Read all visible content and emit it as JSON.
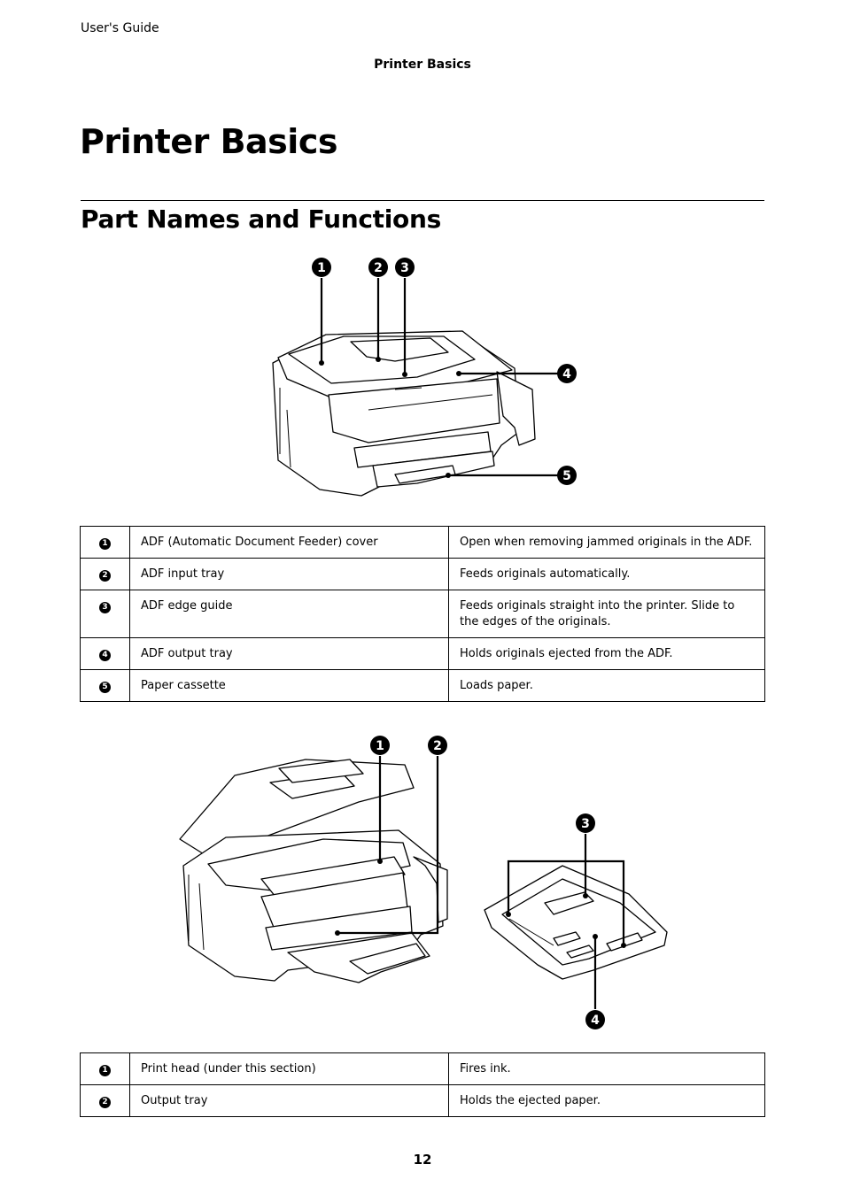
{
  "header": {
    "guide_title": "User's Guide",
    "section_title": "Printer Basics"
  },
  "chapter_title": "Printer Basics",
  "section_heading": "Part Names and Functions",
  "figure1": {
    "callouts": [
      "1",
      "2",
      "3",
      "4",
      "5"
    ]
  },
  "table1": {
    "rows": [
      {
        "num": "1",
        "name": "ADF (Automatic Document Feeder) cover",
        "function": "Open when removing jammed originals in the ADF."
      },
      {
        "num": "2",
        "name": "ADF input tray",
        "function": "Feeds originals automatically."
      },
      {
        "num": "3",
        "name": "ADF edge guide",
        "function": "Feeds originals straight into the printer. Slide to the edges of the originals."
      },
      {
        "num": "4",
        "name": "ADF output tray",
        "function": "Holds originals ejected from the ADF."
      },
      {
        "num": "5",
        "name": "Paper cassette",
        "function": "Loads paper."
      }
    ]
  },
  "figure2": {
    "callouts": [
      "1",
      "2",
      "3",
      "4"
    ]
  },
  "table2": {
    "rows": [
      {
        "num": "1",
        "name": "Print head (under this section)",
        "function": "Fires ink."
      },
      {
        "num": "2",
        "name": "Output tray",
        "function": "Holds the ejected paper."
      }
    ]
  },
  "page_number": "12"
}
